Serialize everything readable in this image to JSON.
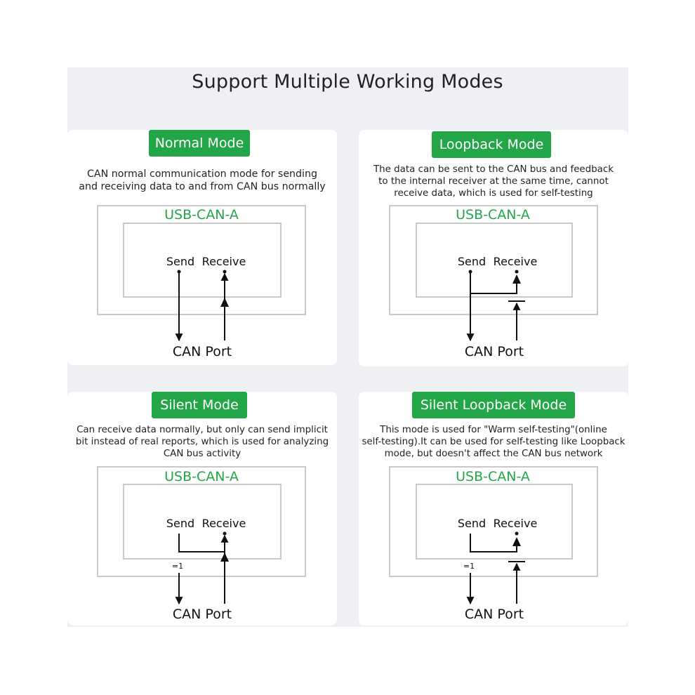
{
  "title": "Support Multiple Working Modes",
  "colors": {
    "accent": "#23a648",
    "board_background": "#eef0f4",
    "line": "#111111",
    "box_border": "#c9c9c9"
  },
  "modes": [
    {
      "name": "Normal Mode",
      "description": [
        "CAN normal communication mode for sending",
        "and receiving data to and from CAN bus normally"
      ],
      "device_label": "USB-CAN-A",
      "send_label": "Send",
      "receive_label": "Receive",
      "port_label": "CAN Port"
    },
    {
      "name": "Loopback Mode",
      "description": [
        "The data can be sent to the CAN bus and feedback",
        "to the internal receiver at the same time, cannot",
        "receive data, which is used for self-testing"
      ],
      "device_label": "USB-CAN-A",
      "send_label": "Send",
      "receive_label": "Receive",
      "port_label": "CAN Port"
    },
    {
      "name": "Silent Mode",
      "description": [
        "Can receive data normally, but only can send implicit",
        "bit instead of real reports, which is used for analyzing",
        "CAN bus activity"
      ],
      "device_label": "USB-CAN-A",
      "send_label": "Send",
      "receive_label": "Receive",
      "port_label": "CAN Port",
      "implicit_label": "=1"
    },
    {
      "name": "Silent Loopback Mode",
      "description": [
        "This mode is used for \"Warm self-testing\"(online",
        "self-testing).It can be used for self-testing like Loopback",
        "mode, but doesn't affect the CAN bus network"
      ],
      "device_label": "USB-CAN-A",
      "send_label": "Send",
      "receive_label": "Receive",
      "port_label": "CAN Port",
      "implicit_label": "=1"
    }
  ]
}
